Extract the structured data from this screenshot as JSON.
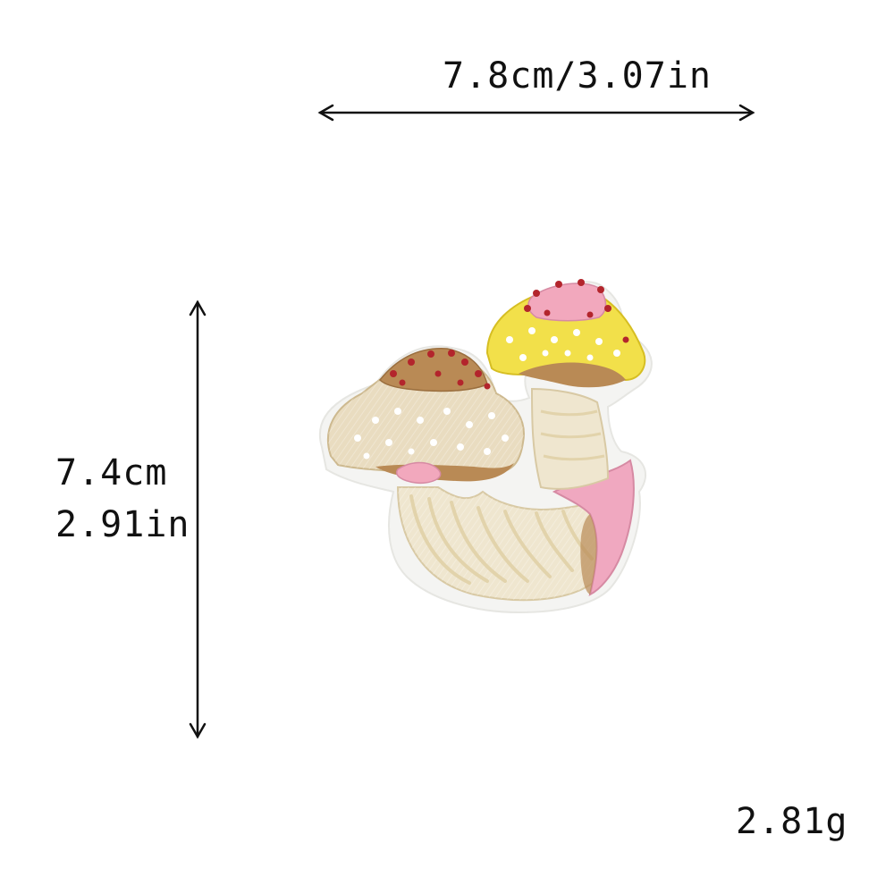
{
  "product": {
    "image_alt": "Embroidered mushroom patch",
    "width_label": "7.8cm/3.07in",
    "height_cm_label": "7.4cm",
    "height_in_label": "2.91in",
    "weight_label": "2.81g"
  },
  "colors": {
    "arrow": "#111111",
    "border": "#f4f4f2",
    "cap_tan": "#e9dcc0",
    "cap_brown": "#b98a55",
    "cap_yellow": "#f2e04a",
    "cap_pink": "#f2a8bd",
    "dot_red": "#b3252c",
    "stem_cream": "#efe6cf",
    "stem_pink": "#f0a8c0"
  }
}
